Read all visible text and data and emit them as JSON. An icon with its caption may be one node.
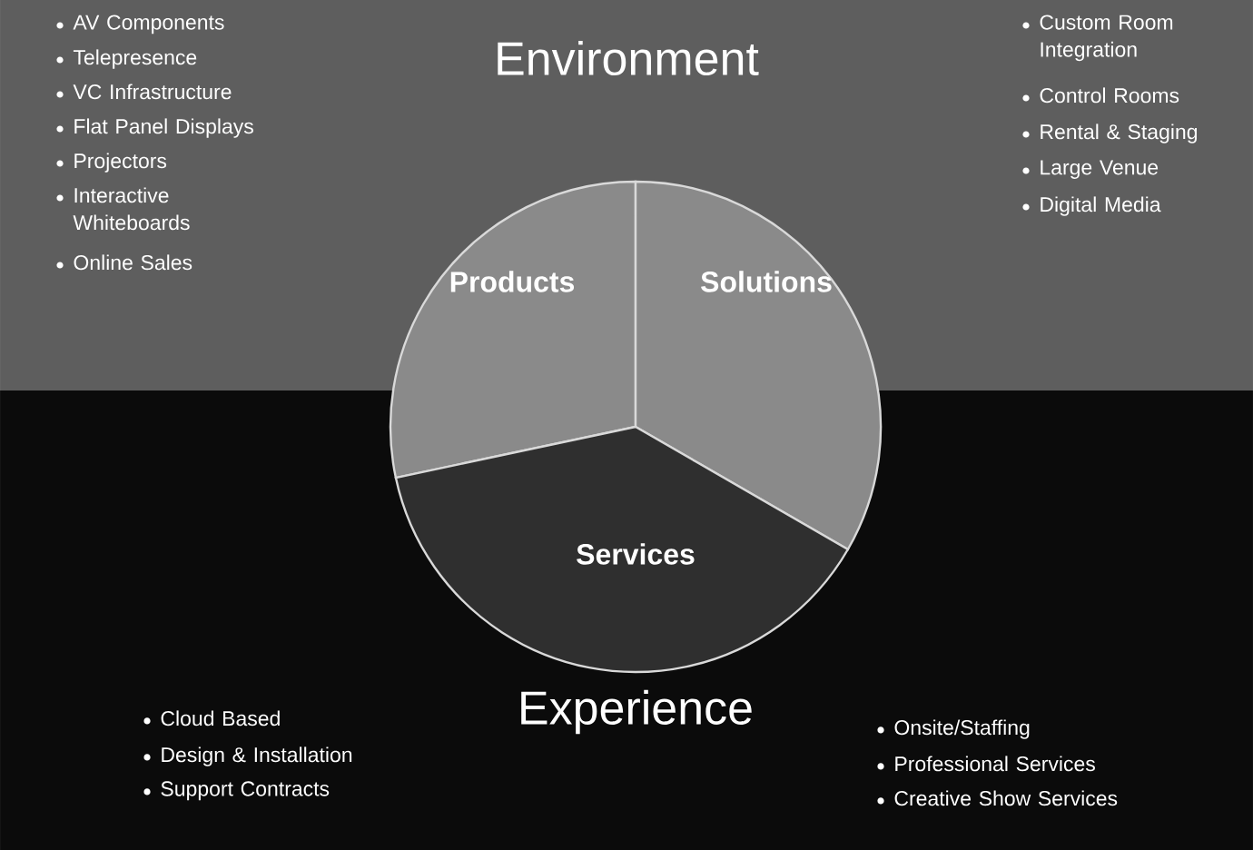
{
  "diagram": {
    "nodes": [
      {
        "text": [
          "Products"
        ]
      },
      {
        "text": [
          "Solutions"
        ]
      },
      {
        "text": [
          "Services"
        ]
      }
    ],
    "labels": [
      "Environment",
      "AV Components",
      "Telepresence",
      "VC Infrastructure",
      "Flat Panel Displays",
      "Projectors",
      "Interactive Whiteboards",
      "Online Sales",
      "Custom Room Integration",
      "Control Rooms",
      "Rental & Staging",
      "Large Venue",
      "Digital Media",
      "Experience",
      "Cloud Based",
      "Design & Installation",
      "Support Contracts",
      "Onsite/Staffing",
      "Professional Services",
      "Creative Show Services"
    ]
  }
}
